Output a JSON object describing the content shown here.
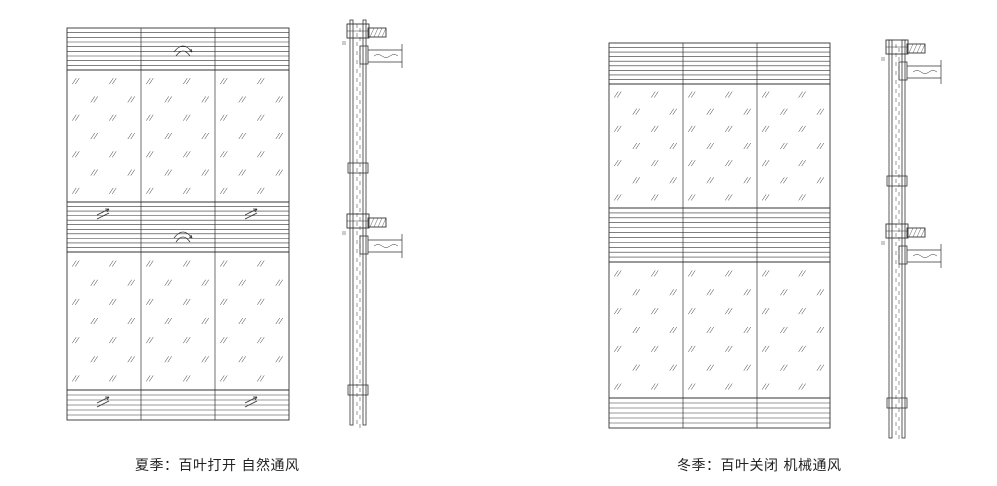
{
  "captions": {
    "summer": "夏季：百叶打开  自然通风",
    "winter": "冬季：百叶关闭  机械通风"
  },
  "colors": {
    "line": "#333333",
    "background": "#ffffff"
  },
  "panels": {
    "summer": {
      "louver_state": "open",
      "ventilation": "natural",
      "icons": [
        "curved-airflow-arrow-icon",
        "diagonal-airflow-arrow-icon"
      ]
    },
    "winter": {
      "louver_state": "closed",
      "ventilation": "mechanical",
      "icons": []
    }
  }
}
